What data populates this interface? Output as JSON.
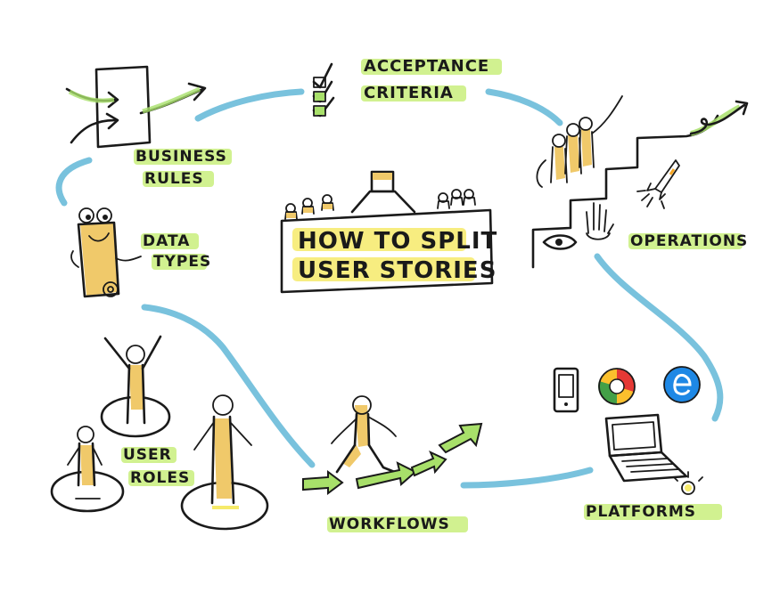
{
  "title": {
    "line1": "HOW TO SPLIT",
    "line2": "USER STORIES"
  },
  "topics": {
    "acceptance_criteria": {
      "line1": "ACCEPTANCE",
      "line2": "CRITERIA"
    },
    "business_rules": {
      "line1": "BUSINESS",
      "line2": "RULES"
    },
    "data_types": {
      "line1": "DATA",
      "line2": "TYPES"
    },
    "operations": {
      "label": "OPERATIONS"
    },
    "user_roles": {
      "line1": "USER",
      "line2": "ROLES"
    },
    "workflows": {
      "label": "WORKFLOWS"
    },
    "platforms": {
      "label": "PLATFORMS"
    }
  },
  "colors": {
    "ink": "#1a1a1a",
    "highlight_green": "#c9ef7d",
    "highlight_yellow": "#f6ea6a",
    "connector_blue": "#79c2dd",
    "skin_tone": "#f0c96a",
    "chrome_red": "#e53935",
    "chrome_yellow": "#fbc02d",
    "chrome_green": "#43a047",
    "ie_blue": "#1e88e5"
  }
}
